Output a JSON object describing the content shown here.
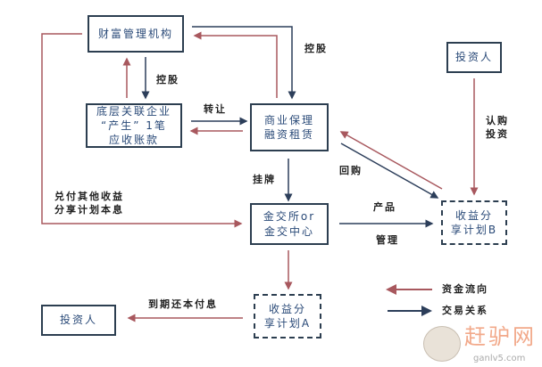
{
  "nodes": {
    "wealth_mgmt": "财富管理机构",
    "underlying_company": "底层关联企业\n“产生” 1笔\n应收账款",
    "factoring_leasing": "商业保理\n融资租赁",
    "exchange": "金交所or\n金交中心",
    "plan_a": "收益分\n享计划A",
    "plan_b": "收益分\n享计划B",
    "investor_top": "投资人",
    "investor_bottom": "投资人"
  },
  "edge_labels": {
    "control_1": "控股",
    "control_2": "控股",
    "transfer": "转让",
    "listing": "挂牌",
    "buyback": "回购",
    "subscribe": "认购\n投资",
    "redeem_other": "兑付其他收益\n分享计划本息",
    "product": "产品",
    "management": "管理",
    "maturity": "到期还本付息"
  },
  "legend": {
    "fund_flow": "资金流向",
    "trade_relation": "交易关系"
  },
  "watermark": {
    "brand": "赶驴网",
    "url": "ganlv5.com"
  },
  "colors": {
    "fund_flow": "#a8585e",
    "trade_relation": "#2c3e5a"
  }
}
